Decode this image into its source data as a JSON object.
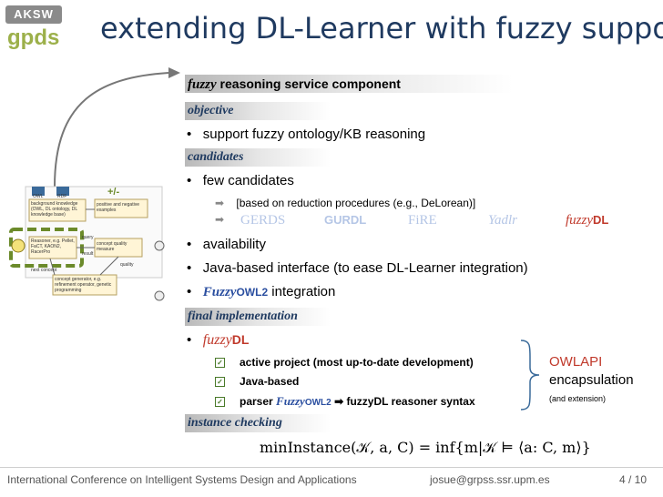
{
  "logos": {
    "aksw": "AKSW",
    "gpds": "gpds"
  },
  "title": "extending DL-Learner with fuzzy support",
  "header": {
    "fuzzy": "fuzzy",
    "rest": " reasoning service component"
  },
  "sections": {
    "objective": "objective",
    "candidates": "candidates",
    "final_implementation": "final implementation",
    "instance_checking": "instance checking"
  },
  "objective_bullets": [
    "support fuzzy ontology/KB reasoning"
  ],
  "candidates": {
    "bullet1": "few candidates",
    "reduction": "[based on reduction procedures (e.g., DeLorean)]",
    "systems": [
      "GERDS",
      "GURDL",
      "FiRE",
      "Yadlr"
    ],
    "fuzzydl_italic": "fuzzy",
    "fuzzydl_bold": "DL",
    "bullet2": "availability",
    "bullet3": "Java-based interface (to ease DL-Learner integration)",
    "fuzzyowl_a": "Fuzzy",
    "fuzzyowl_b": "OWL2",
    "bullet4_rest": " integration"
  },
  "final": {
    "fuzzy": "fuzzy",
    "dl": "DL",
    "items": [
      "active project (most up-to-date development)",
      "Java-based"
    ],
    "parser_a": "parser ",
    "parser_fuzzy": "Fuzzy",
    "parser_owl": "OWL2",
    "parser_rest": "fuzzyDL reasoner syntax",
    "owlapi": "OWLAPI",
    "encapsulation": "encapsulation",
    "extension": "(and extension)"
  },
  "formula": "minInstance(𝒦, a, C) = inf{m|𝒦 ⊨ ⟨a: C, m⟩}",
  "diagram": {
    "plus_minus": "+/-",
    "owl": "OWL",
    "rdf": "RDF",
    "background": "background knowledge (OWL, DL ontology, DL knowledge base)",
    "examples": "positive and negative examples",
    "reasoner": "Reasoner, e.g. Pellet, FaCT, KAON2, RacerPro",
    "quality": "concept quality measure",
    "generate": "concept generator, e.g. refinement operator, genetic programming",
    "query": "query",
    "result": "result",
    "quality_lbl": "quality",
    "next": "next concept"
  },
  "footer": {
    "conference": "International Conference on Intelligent Systems Design and Applications",
    "email": "josue@grpss.ssr.upm.es",
    "page": "4 / 10"
  }
}
